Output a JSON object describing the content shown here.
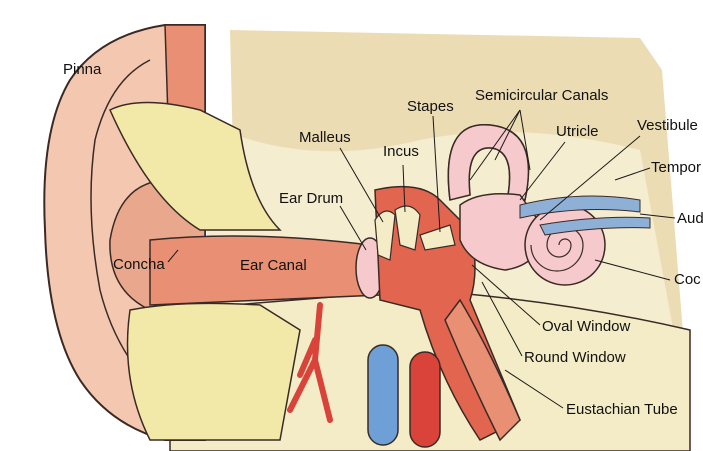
{
  "labels": {
    "pinna": "Pinna",
    "concha": "Concha",
    "ear_canal": "Ear Canal",
    "ear_drum": "Ear Drum",
    "malleus": "Malleus",
    "incus": "Incus",
    "stapes": "Stapes",
    "semicircular_canals": "Semicircular Canals",
    "utricle": "Utricle",
    "vestibule": "Vestibule",
    "temporal": "Tempor",
    "auditory": "Aud",
    "cochlea": "Coc",
    "oval_window": "Oval Window",
    "round_window": "Round Window",
    "eustachian_tube": "Eustachian Tube"
  },
  "colors": {
    "outline": "#3a2a25",
    "skin": "#f4c7b0",
    "skin_dark": "#e9a88d",
    "bone": "#f3ecc6",
    "cartilage_yellow": "#f2e9a9",
    "paper": "#ecdcb3",
    "canal": "#e98f74",
    "muscle": "#e2664f",
    "inner_pink": "#f6c9cc",
    "nerve_blue": "#8fb0d6",
    "vessel_red": "#d9433a",
    "vessel_blue": "#6e9fd6"
  }
}
